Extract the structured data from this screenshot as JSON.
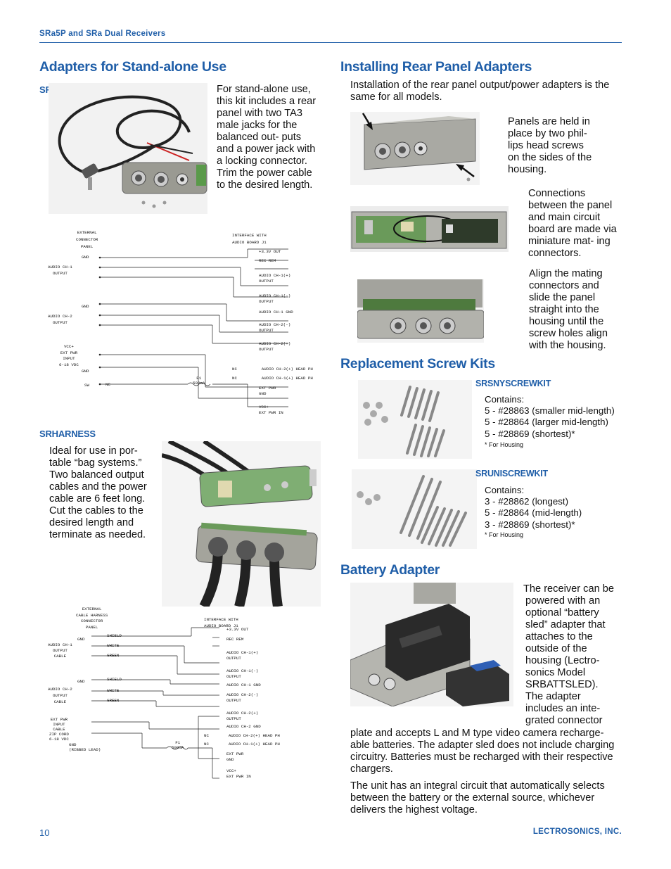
{
  "header": {
    "running_title": "SRa5P and SRa Dual Receivers"
  },
  "left": {
    "heading": "Adapters for Stand-alone Use",
    "srext": {
      "label": "SREXT",
      "text": "For stand-alone use, this kit includes a rear panel with two TA3 male jacks for the balanced out- puts and a power jack with a locking connector. Trim the power cable to the desired length."
    },
    "schematic1": {
      "left_title": [
        "EXTERNAL",
        "CONNECTOR",
        "PANEL"
      ],
      "right_title": [
        "INTERFACE WITH",
        "AUDIO BOARD J1"
      ],
      "left_labels": [
        "AUDIO CH-1",
        "OUTPUT",
        "AUDIO CH-2",
        "OUTPUT",
        "VCC+",
        "EXT PWR",
        "INPUT",
        "6-18 VDC",
        "GND",
        "SW",
        "GND",
        "GND"
      ],
      "right_labels": [
        "+3.3V OUT",
        "REC REM",
        "AUDIO CH-1(+)",
        "OUTPUT",
        "AUDIO CH-1(-)",
        "OUTPUT",
        "AUDIO CH-1 GND",
        "AUDIO CH-2(-)",
        "OUTPUT",
        "AUDIO CH-2(+)",
        "OUTPUT",
        "AUDIO CH-2(+) HEAD PH",
        "AUDIO CH-1(+) HEAD PH",
        "EXT PWR",
        "GND",
        "VCC+",
        "EXT PWR IN"
      ],
      "fuse": [
        "F1",
        "500mA"
      ],
      "nc": "NC"
    },
    "srharness": {
      "label": "SRHARNESS",
      "text": "Ideal for use in por- table “bag systems.” Two balanced output cables and the power cable are 6 feet long. Cut the cables to the desired length and terminate as needed."
    },
    "schematic2": {
      "left_title": [
        "EXTERNAL",
        "CABLE HARNESS",
        "CONNECTOR",
        "PANEL"
      ],
      "right_title": [
        "INTERFACE WITH",
        "AUDIO BOARD J1"
      ],
      "left_labels": [
        "AUDIO CH-1",
        "OUTPUT",
        "CABLE",
        "AUDIO CH-2",
        "OUTPUT",
        "CABLE",
        "EXT PWR",
        "INPUT",
        "CABLE",
        "ZIP CORD",
        "6-18 VDC",
        "GND",
        "(RIBBED LEAD)",
        "GND",
        "GND"
      ],
      "wires": [
        "SHIELD",
        "WHITE",
        "GREEN",
        "SHIELD",
        "WHITE",
        "GREEN"
      ],
      "right_labels": [
        "+3.3V OUT",
        "REC REM",
        "AUDIO CH-1(+)",
        "OUTPUT",
        "AUDIO CH-1(-)",
        "OUTPUT",
        "AUDIO CH-1 GND",
        "AUDIO CH-2(-)",
        "OUTPUT",
        "AUDIO CH-2(+)",
        "OUTPUT",
        "AUDIO CH-2 GND",
        "AUDIO CH-2(+) HEAD PH",
        "AUDIO CH-1(+) HEAD PH",
        "EXT PWR",
        "GND",
        "VCC+",
        "EXT PWR IN"
      ],
      "fuse": [
        "F1",
        "500mA"
      ]
    }
  },
  "right": {
    "install": {
      "heading": "Installing Rear Panel Adapters",
      "intro": "Installation of the rear panel output/power adapters is the same for all models.",
      "p1": "Panels are held in place by two phil- lips head screws on the sides of the housing.",
      "p2": "Connections between the panel and main circuit board are made via miniature mat- ing connectors.",
      "p3": "Align the mating connectors and slide the panel straight into the housing until the screw holes align with the housing."
    },
    "screws": {
      "heading": "Replacement Screw Kits",
      "kit1": {
        "label": "SRSNYSCREWKIT",
        "contains": "Contains:",
        "items": [
          "5 - #28863 (smaller mid-length)",
          "5 - #28864 (larger mid-length)",
          "5 - #28869 (shortest)*"
        ],
        "note": "* For Housing"
      },
      "kit2": {
        "label": "SRUNISCREWKIT",
        "contains": "Contains:",
        "items": [
          "3 - #28862 (longest)",
          "5 - #28864 (mid-length)",
          "3 - #28869 (shortest)*"
        ],
        "note": "* For Housing"
      }
    },
    "battery": {
      "heading": "Battery Adapter",
      "p1_lines": [
        "The receiver can be",
        "powered with an",
        "optional “battery",
        "sled” adapter that",
        "attaches to the",
        "outside of the",
        "housing (Lectro-",
        "sonics Model",
        "SRBATTSLED).",
        "The adapter",
        "includes an inte-",
        "grated connector"
      ],
      "p1_cont": "plate and accepts L and M type video camera recharge- able batteries. The adapter sled does not include charging circuitry. Batteries must be recharged with their respective chargers.",
      "p2": "The unit has an integral circuit that automatically selects between the battery or the external source, whichever delivers the highest voltage."
    }
  },
  "footer": {
    "page_number": "10",
    "company": "LECTROSONICS, INC."
  },
  "colors": {
    "accent": "#1f5ea8",
    "text": "#111111"
  }
}
